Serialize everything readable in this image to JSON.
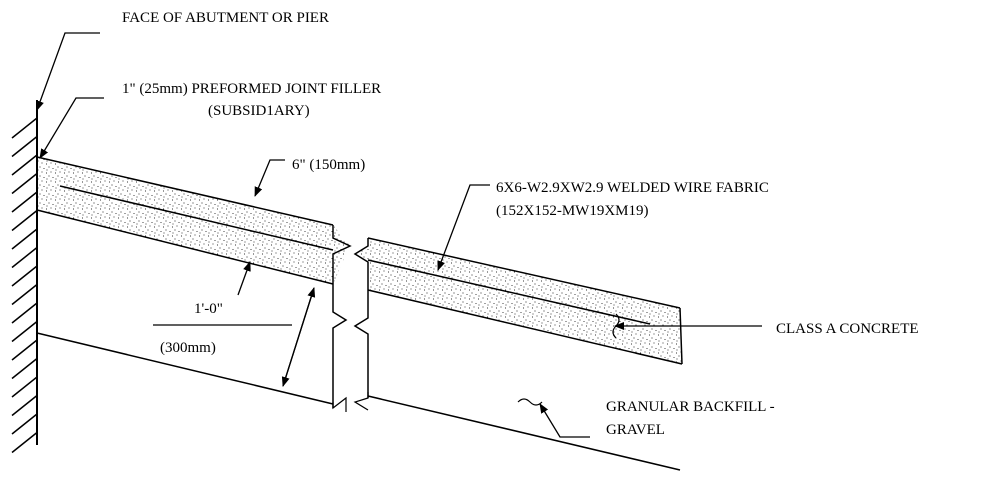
{
  "labels": {
    "face": "FACE OF ABUTMENT OR PIER",
    "filler_line1": "1\" (25mm) PREFORMED JOINT FILLER",
    "filler_line2": "(SUBSID1ARY)",
    "thickness": "6\" (150mm)",
    "fabric_line1": "6X6-W2.9XW2.9 WELDED WIRE FABRIC",
    "fabric_line2": "(152X152-MW19XM19)",
    "length_top": "1'-0\"",
    "length_bottom": "(300mm)",
    "concrete": "CLASS A CONCRETE",
    "backfill_line1": "GRANULAR BACKFILL -",
    "backfill_line2": "GRAVEL"
  }
}
